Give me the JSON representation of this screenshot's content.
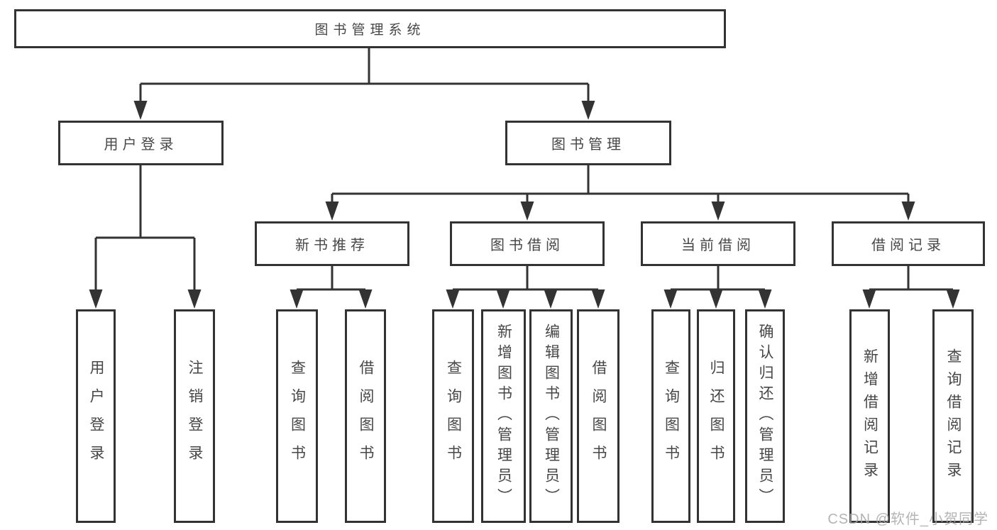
{
  "colors": {
    "line": "#333333",
    "node_border": "#333333",
    "text": "#474747",
    "watermark": "#a8a8a8"
  },
  "watermark": {
    "text": "CSDN @软件_小贺同学"
  },
  "tree": {
    "root": "图书管理系统",
    "branches": [
      {
        "label": "用户登录",
        "leaves": [
          "用户登录",
          "注销登录"
        ]
      },
      {
        "label": "图书管理",
        "groups": [
          {
            "label": "新书推荐",
            "leaves": [
              "查询图书",
              "借阅图书"
            ]
          },
          {
            "label": "图书借阅",
            "leaves": [
              "查询图书",
              "新增图书（管理员）",
              "编辑图书（管理员）",
              "借阅图书"
            ]
          },
          {
            "label": "当前借阅",
            "leaves": [
              "查询图书",
              "归还图书",
              "确认归还（管理员）"
            ]
          },
          {
            "label": "借阅记录",
            "leaves": [
              "新增借阅记录",
              "查询借阅记录"
            ]
          }
        ]
      }
    ]
  }
}
